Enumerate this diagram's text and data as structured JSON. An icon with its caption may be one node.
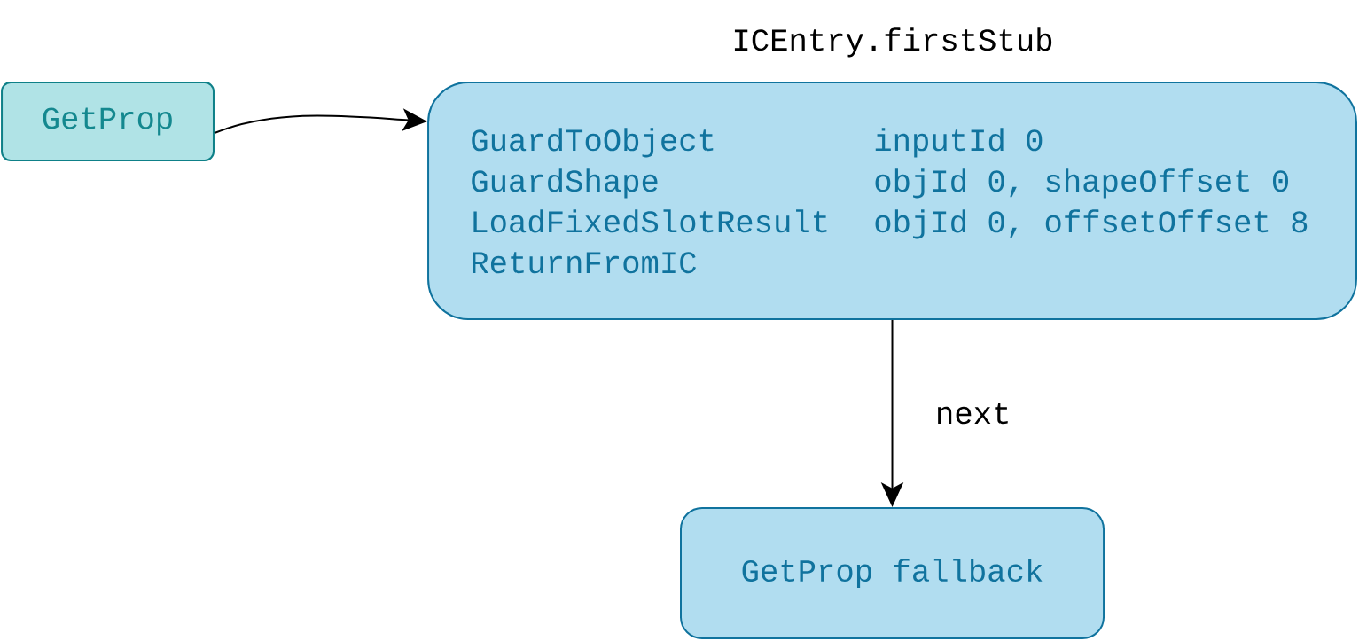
{
  "diagram": {
    "nodes": [
      {
        "text": [
          "GetProp"
        ]
      },
      {
        "text": [
          "ICEntry.firstStub",
          "GuardToObject",
          "inputId 0",
          "GuardShape",
          "objId 0, shapeOffset 0",
          "LoadFixedSlotResult",
          "objId 0, offsetOffset 8",
          "ReturnFromIC"
        ]
      },
      {
        "text": [
          "GetProp fallback"
        ]
      }
    ],
    "edges": [
      {
        "from": 0,
        "to": 1,
        "arrow": "to"
      },
      {
        "from": 1,
        "to": 2,
        "arrow": "to",
        "label": "next"
      }
    ]
  }
}
